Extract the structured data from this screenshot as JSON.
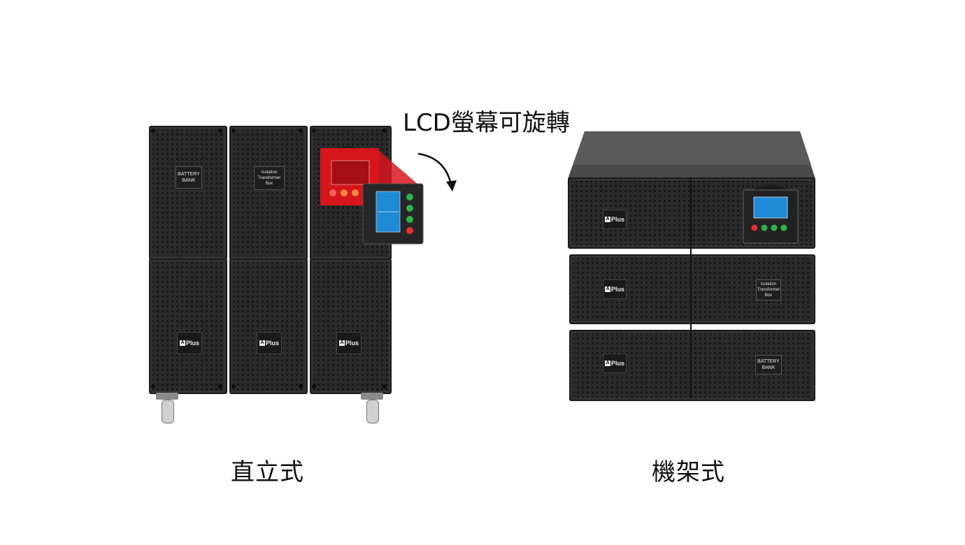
{
  "captions": {
    "lcd_rotate": "LCD螢幕可旋轉",
    "tower": "直立式",
    "rack": "機架式"
  },
  "labels": {
    "battery_bank": [
      "BATTERY",
      "BANK"
    ],
    "isolation_box": [
      "Isolation",
      "Transformer",
      "Box"
    ],
    "brand": "Plus",
    "brand_mark": "A"
  },
  "colors": {
    "highlight": "#d7161c",
    "cabinet": "#2a2a2a",
    "screen": "#1f8ad6"
  }
}
